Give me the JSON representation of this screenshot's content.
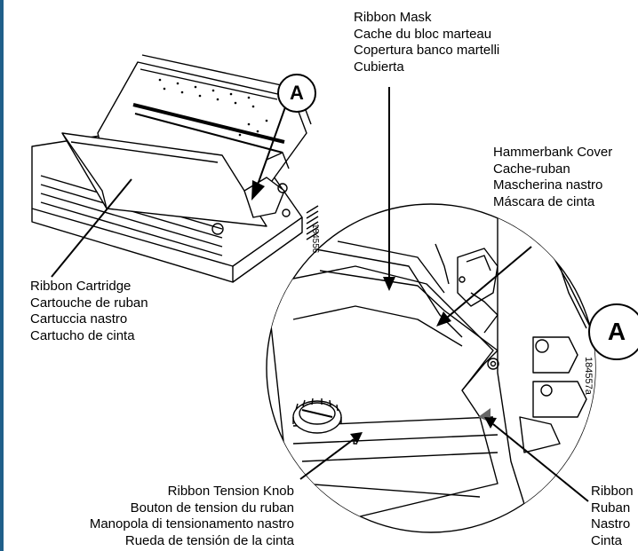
{
  "labels": {
    "ribbon_mask": [
      "Ribbon Mask",
      "Cache du bloc marteau",
      "Copertura banco martelli",
      "Cubierta"
    ],
    "hammerbank_cover": [
      "Hammerbank Cover",
      "Cache-ruban",
      "Mascherina nastro",
      "Máscara de cinta"
    ],
    "ribbon_cartridge": [
      "Ribbon Cartridge",
      "Cartouche de ruban",
      "Cartuccia nastro",
      "Cartucho de cinta"
    ],
    "ribbon_tension_knob": [
      "Ribbon Tension Knob",
      "Bouton de tension du ruban",
      "Manopola di tensionamento nastro",
      "Rueda de tensión de la cinta"
    ],
    "ribbon": [
      "Ribbon",
      "Ruban",
      "Nastro",
      "Cinta"
    ]
  },
  "callouts": {
    "top": "A",
    "right": "A"
  },
  "figure_numbers": {
    "printer": "184556",
    "detail": "184557a"
  }
}
